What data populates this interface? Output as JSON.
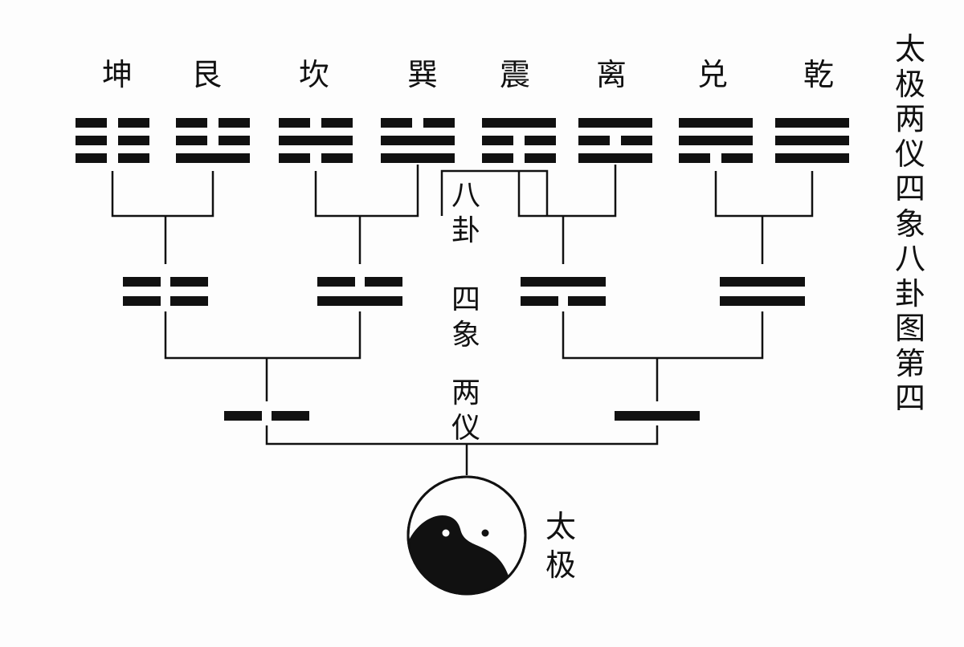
{
  "title": "太极两仪四象八卦图第四",
  "trigrams": [
    {
      "name": "坤",
      "lines": [
        0,
        0,
        0
      ]
    },
    {
      "name": "艮",
      "lines": [
        1,
        0,
        0
      ]
    },
    {
      "name": "坎",
      "lines": [
        0,
        1,
        0
      ]
    },
    {
      "name": "巽",
      "lines": [
        1,
        1,
        0
      ]
    },
    {
      "name": "震",
      "lines": [
        0,
        0,
        1
      ]
    },
    {
      "name": "离",
      "lines": [
        1,
        0,
        1
      ]
    },
    {
      "name": "兑",
      "lines": [
        0,
        1,
        1
      ]
    },
    {
      "name": "乾",
      "lines": [
        1,
        1,
        1
      ]
    }
  ],
  "digrams": [
    {
      "lines": [
        0,
        0
      ]
    },
    {
      "lines": [
        1,
        0
      ]
    },
    {
      "lines": [
        0,
        1
      ]
    },
    {
      "lines": [
        1,
        1
      ]
    }
  ],
  "monograms": [
    {
      "lines": [
        0
      ]
    },
    {
      "lines": [
        1
      ]
    }
  ],
  "stage_labels": {
    "bagua": "八卦",
    "sixiang": "四象",
    "liangyi": "两仪",
    "taiji": "太极"
  },
  "colors": {
    "ink": "#111111",
    "background": "#fdfdfd"
  }
}
